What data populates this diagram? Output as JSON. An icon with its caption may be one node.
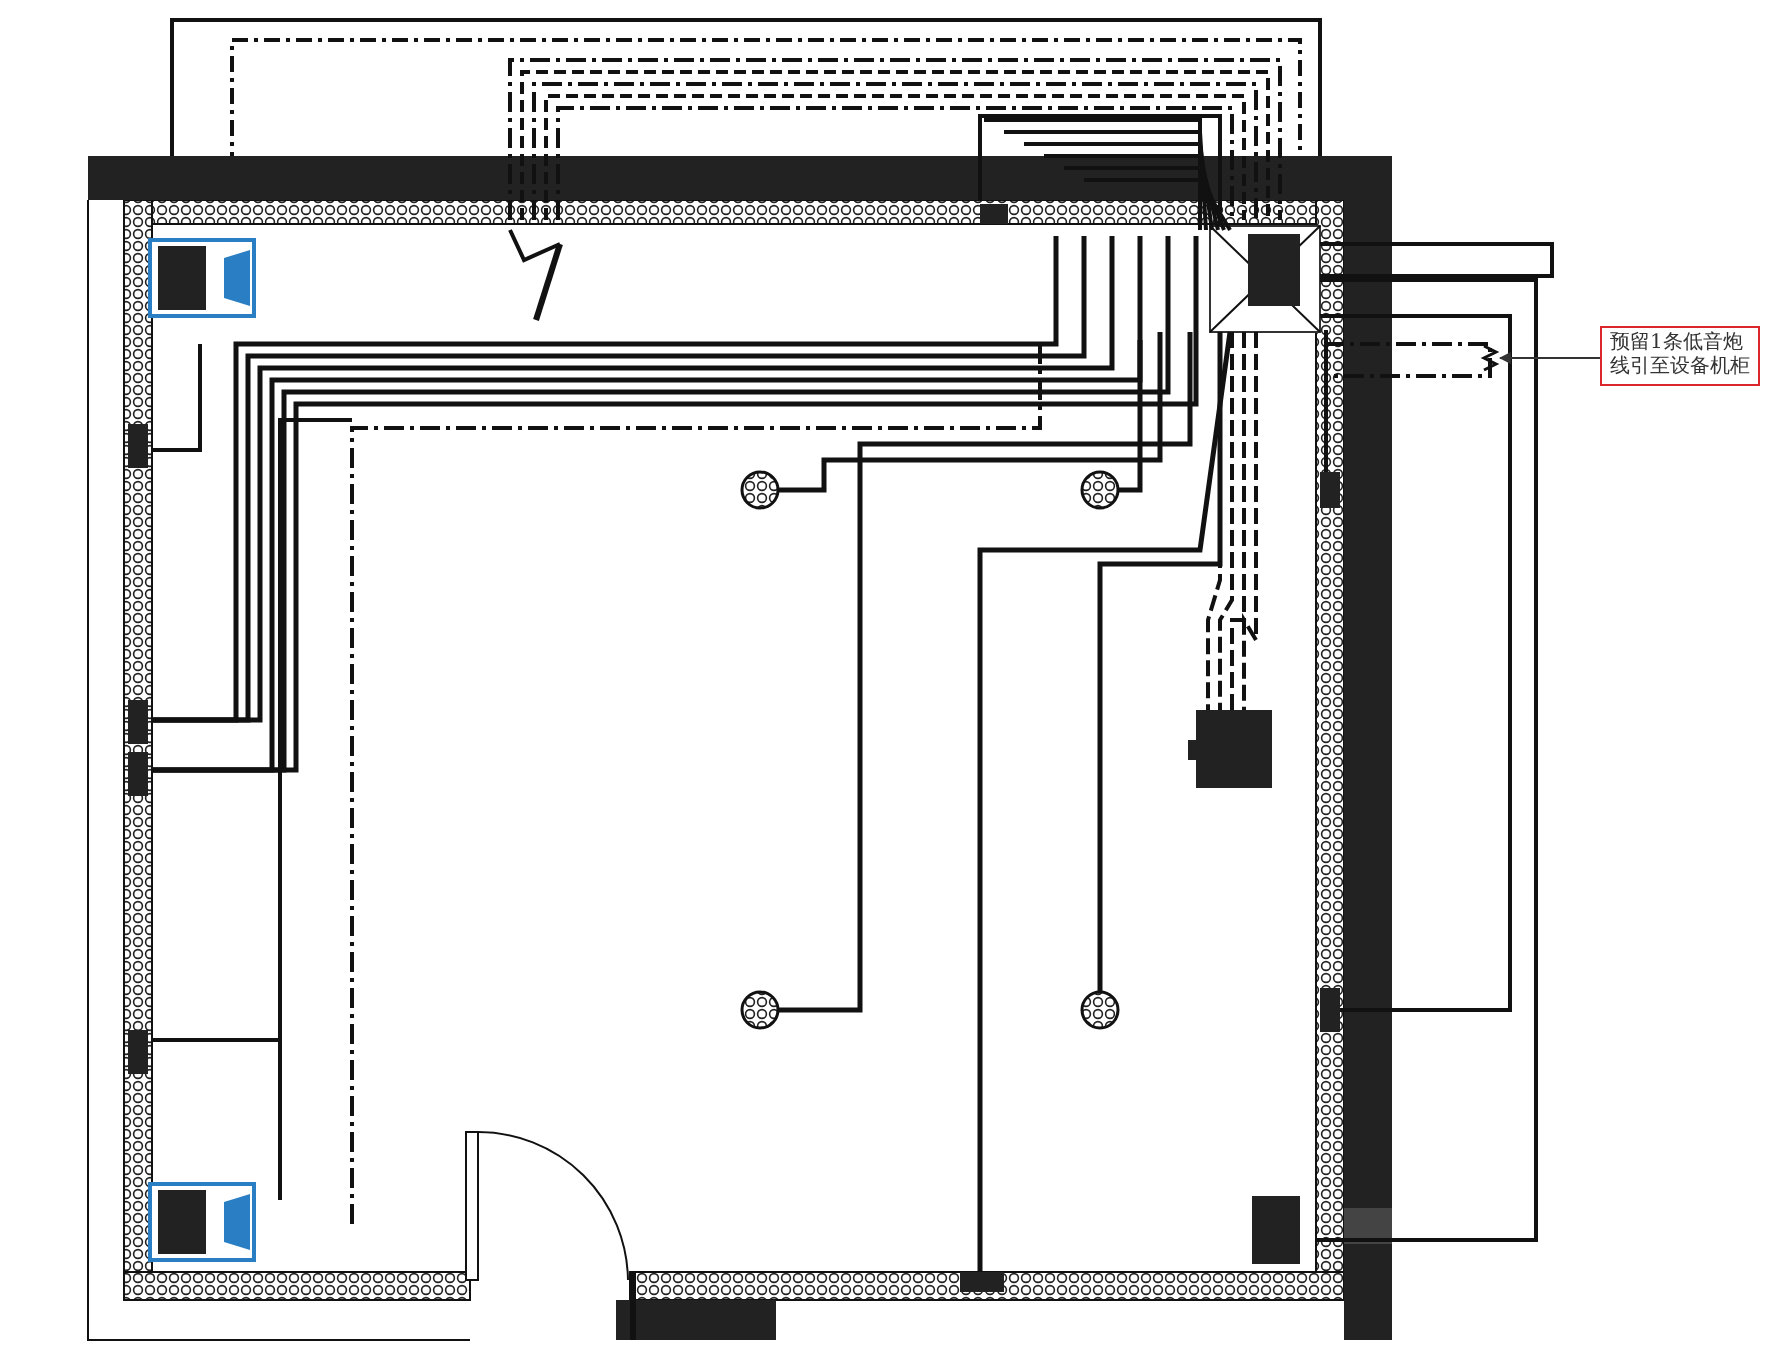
{
  "diagram": {
    "nodes": [
      {
        "text": [
          "预留1条低音炮线引至设备机柜"
        ]
      },
      {
        "text": [],
        "shape": "box"
      }
    ],
    "edges": [
      {
        "from": 0,
        "to": 1,
        "arrow": "to"
      }
    ]
  }
}
